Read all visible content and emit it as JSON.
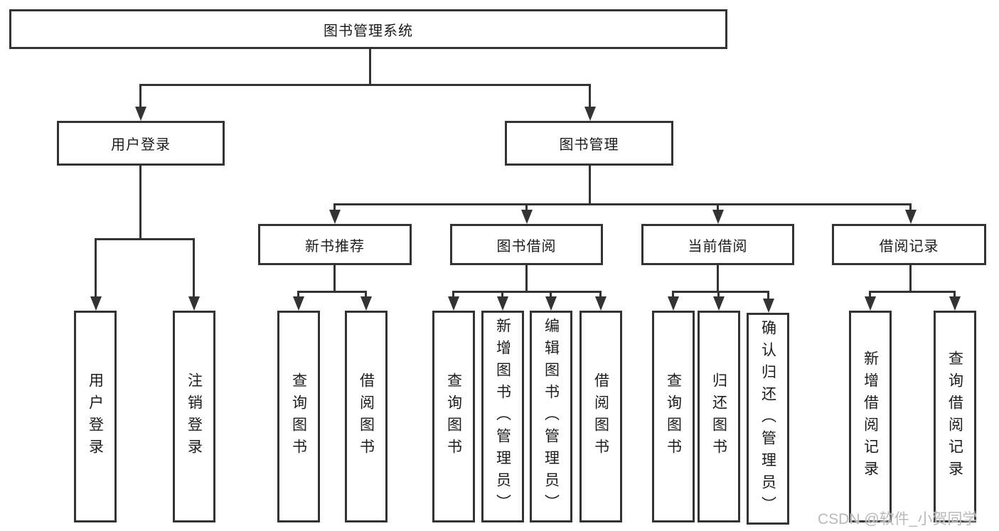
{
  "diagram": {
    "root": {
      "label": "图书管理系统"
    },
    "branches": [
      {
        "id": "user-login",
        "label": "用户登录",
        "children": [
          {
            "label": "用户登录"
          },
          {
            "label": "注销登录"
          }
        ]
      },
      {
        "id": "book-management",
        "label": "图书管理",
        "sections": [
          {
            "id": "new-book-recommend",
            "label": "新书推荐",
            "children": [
              {
                "label": "查询图书"
              },
              {
                "label": "借阅图书"
              }
            ]
          },
          {
            "id": "book-borrowing",
            "label": "图书借阅",
            "children": [
              {
                "label": "查询图书"
              },
              {
                "label": "新增图书（管理员）"
              },
              {
                "label": "编辑图书（管理员）"
              },
              {
                "label": "借阅图书"
              }
            ]
          },
          {
            "id": "current-borrowing",
            "label": "当前借阅",
            "children": [
              {
                "label": "查询图书"
              },
              {
                "label": "归还图书"
              },
              {
                "label": "确认归还（管理员）"
              }
            ]
          },
          {
            "id": "borrowing-records",
            "label": "借阅记录",
            "children": [
              {
                "label": "新增借阅记录"
              },
              {
                "label": "查询借阅记录"
              }
            ]
          }
        ]
      }
    ]
  },
  "watermark": {
    "text": "CSDN @软件_小贺同学"
  },
  "colors": {
    "line": "#333333",
    "border": "#333333",
    "text": "#1c1c1c",
    "background": "#ffffff",
    "watermark": "#b9b9b9"
  }
}
